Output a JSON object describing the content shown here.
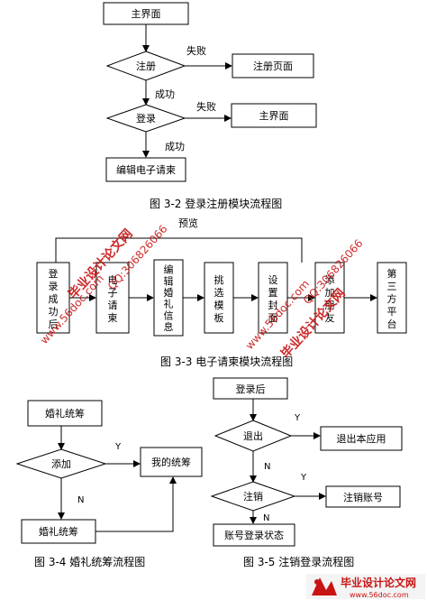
{
  "fig2": {
    "main_top": "主界面",
    "register": "注册",
    "register_fail": "失败",
    "register_page": "注册页面",
    "register_ok": "成功",
    "login": "登录",
    "login_fail": "失败",
    "main_right": "主界面",
    "login_ok": "成功",
    "edit_request": "编辑电子请柬",
    "caption": "图 3-2  登录注册模块流程图"
  },
  "fig3": {
    "preview": "预览",
    "steps": [
      "登录成功后",
      "电子请柬",
      "编辑婚礼信息",
      "挑选模板",
      "设置封面",
      "添加朋友",
      "第三方平台"
    ],
    "caption": "图 3-3 电子请柬模块流程图"
  },
  "fig4": {
    "wedding_plan": "婚礼统筹",
    "add": "添加",
    "yes": "Y",
    "my_plan": "我的统筹",
    "no": "N",
    "wedding_plan_bottom": "婚礼统筹",
    "caption": "图 3-4 婚礼统筹流程图"
  },
  "fig5": {
    "after_login": "登录后",
    "exit": "退出",
    "yes1": "Y",
    "exit_app": "退出本应用",
    "no1": "N",
    "cancel": "注销",
    "yes2": "Y",
    "cancel_account": "注销账号",
    "no2": "N",
    "account_status": "账号登录状态",
    "caption": "图 3-5 注销登录流程图"
  },
  "watermarks": {
    "site_cn": "毕业设计论文网",
    "site_url": "www.56doc.com",
    "qq": "QQ:306826066",
    "footer_cn": "毕业设计论文网",
    "footer_url": "www.56doc.com"
  }
}
